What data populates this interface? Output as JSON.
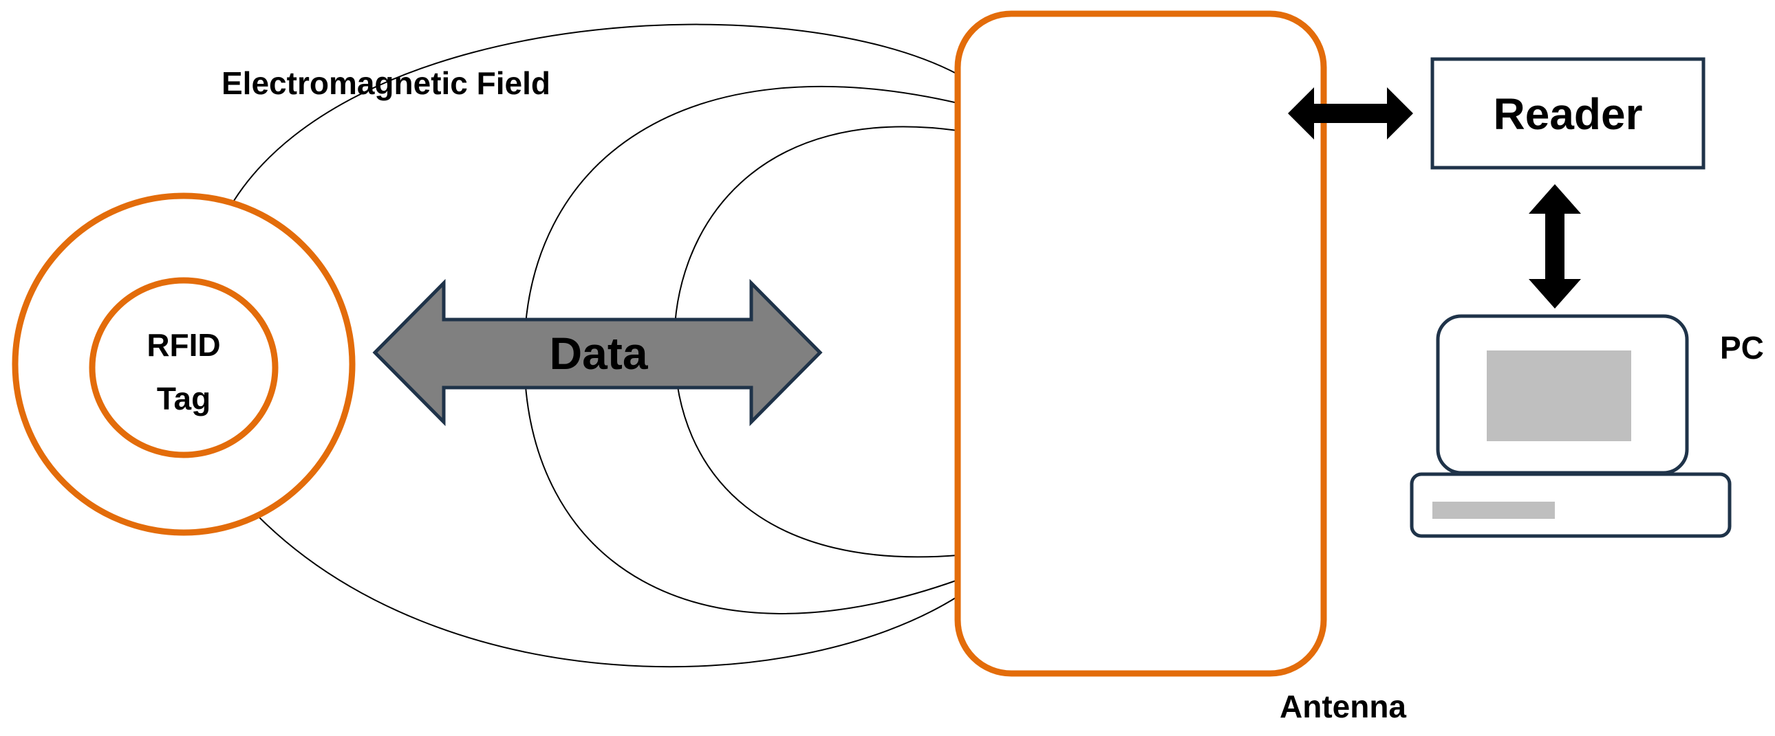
{
  "labels": {
    "field": "Electromagnetic Field",
    "tag_line1": "RFID",
    "tag_line2": "Tag",
    "data": "Data",
    "reader": "Reader",
    "pc": "PC",
    "antenna": "Antenna"
  },
  "colors": {
    "accent": "#E36C0A",
    "navy": "#1F3349",
    "arrow_fill": "#808080",
    "screen": "#BFBFBF",
    "black": "#000000"
  }
}
